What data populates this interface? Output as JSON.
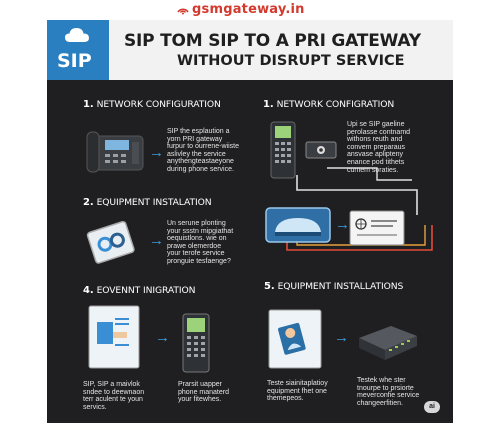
{
  "logo": {
    "text": "gsmgateway.in"
  },
  "header": {
    "badge": "SIP",
    "title_line1": "SIP TOM SIP TO A PRI GATEWAY",
    "title_line2": "WITHOUT DISRUPT SERVICE"
  },
  "sections": [
    {
      "num": "1.",
      "title": "NETWORK CONFIGURATION",
      "text": [
        "SIP the esplaution a",
        "yorn PRI gateway",
        "furpur to ourrene-wiiste",
        "aslivley the service",
        "anythengteastaeyone",
        "during phone service."
      ]
    },
    {
      "num": "1.",
      "title": "NETWORK CONFIGRATION",
      "text": [
        "Upi se SIP gaeline",
        "perolasse contnamd",
        "withons reuth and",
        "convem preparaus",
        "ansvase aplipteny",
        "enance pod tithets",
        "cumem soraties."
      ]
    },
    {
      "num": "2.",
      "title": "EQUIPMENT INSTALATION",
      "text": [
        "Un serune plonting",
        "your ssstn mipgiathat",
        "oequistlons. wie on",
        "prawe olemerdoe",
        "your terofe service",
        "pronguie tesfaenge?"
      ]
    },
    {
      "num": "4.",
      "title": "EOVENNT INIGRATION",
      "text_left": [
        "SIP, SIP a maivlok",
        "sndee to deewnaon",
        "terr aculent te youn",
        "servics."
      ],
      "text_right": [
        "Prarsit uapper",
        "phone manaterd",
        "your fitewhes."
      ]
    },
    {
      "num": "5.",
      "title": "EQUIPMENT INSTALLATIONS",
      "text_left": [
        "Teste siainitaplatioy",
        "equipment fhet one",
        "themepeos."
      ],
      "text_right": [
        "Testek whe ster",
        "tnourpe to prsiorte",
        "meverconfie service",
        "changeerfitien."
      ]
    }
  ],
  "footer_badge": "ai",
  "colors": {
    "panel_bg": "#1f1f21",
    "accent_blue": "#2a7fc1",
    "arrow": "#3aa0e0",
    "logo_red": "#d23a2e"
  }
}
